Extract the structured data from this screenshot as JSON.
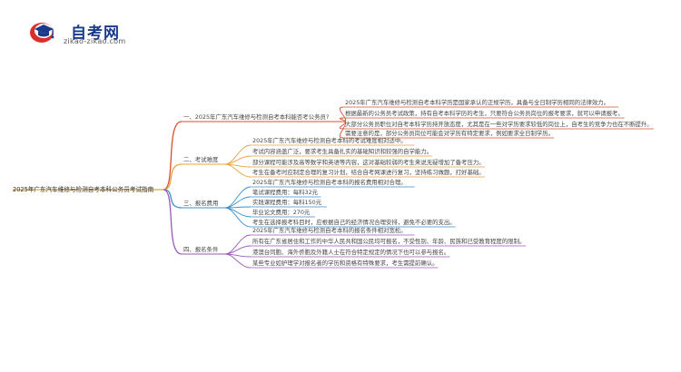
{
  "brand": {
    "name": "自考网",
    "url": "zikao-zikao.com"
  },
  "mindmap": {
    "root": "2025年广东汽车维修与检测自考本科公务员考试指南",
    "branches": [
      {
        "title": "一、2025年广东汽车维修与检测自考本科能否考公务员?",
        "color": "#d94f2b",
        "items": [
          "2025年广东汽车维修与检测自考本科学历是国家承认的正规学历，具备与全日制学历相同的法律效力。",
          "根据最新的公务员考试政策，持有自考本科学历的考生，只要符合公务员岗位的报考要求，就可以申请报考。",
          "大部分公务员职位对自考本科学历持开放态度，尤其是在一些对学历要求较低的岗位上，自考生的竞争力也在不断提升。",
          "需要注意的是，部分公务员岗位可能会对学历有特定要求，例如要求全日制学历。"
        ]
      },
      {
        "title": "二、考试难度",
        "color": "#e8a33d",
        "items": [
          "2025年广东汽车维修与检测自考本科的考试难度相对适中。",
          "考试内容涵盖广泛，要求考生具备扎实的基础知识和较强的自学能力。",
          "部分课程可能涉及高等数学和英语等内容，这对基础较弱的考生来说无疑增加了备考压力。",
          "考生在备考时应制定合理的复习计划，结合自考网课进行复习，坚持练习做题，打好基础。"
        ]
      },
      {
        "title": "三、报名费用",
        "color": "#3c8fc7",
        "items": [
          "2025年广东汽车维修与检测自考本科的报名费用相对合理。",
          "笔试课程费用：每科32元",
          "实践课程费用：每科150元",
          "毕业论文费用：270元",
          "考生在选择报考科目时，应根据自己的经济情况合理安排，避免不必要的支出。"
        ]
      },
      {
        "title": "四、报名条件",
        "color": "#9b59b6",
        "items": [
          "2025年广东汽车维修与检测自考本科的报名条件相对宽松。",
          "所有在广东省居住和工作的中华人民共和国公民均可报名，不受性别、年龄、民族和已受教育程度的限制。",
          "港澳台同胞、海外侨胞及外籍人士在符合特定规定的情况下也可以参与报名。",
          "某些专业如护理学对报名者的学历和资格有特殊要求，考生需提前确认。"
        ]
      }
    ]
  }
}
